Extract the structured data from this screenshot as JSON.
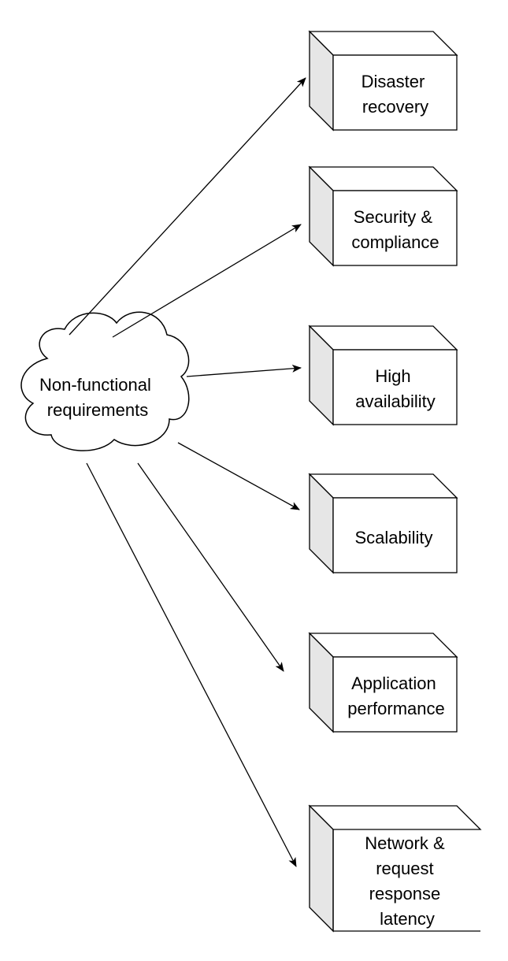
{
  "diagram": {
    "source": {
      "id": "nfr",
      "label_lines": [
        "Non-functional",
        "requirements"
      ],
      "shape": "cloud"
    },
    "targets": [
      {
        "id": "disaster-recovery",
        "label_lines": [
          "Disaster",
          "recovery"
        ]
      },
      {
        "id": "security-compliance",
        "label_lines": [
          "Security &",
          "compliance"
        ]
      },
      {
        "id": "high-availability",
        "label_lines": [
          "High",
          "availability"
        ]
      },
      {
        "id": "scalability",
        "label_lines": [
          "Scalability"
        ]
      },
      {
        "id": "application-performance",
        "label_lines": [
          "Application",
          "performance"
        ]
      },
      {
        "id": "network-latency",
        "label_lines": [
          "Network &",
          "request",
          "response",
          "latency"
        ]
      }
    ],
    "edges": [
      {
        "from": "nfr",
        "to": "disaster-recovery",
        "arrow": "end"
      },
      {
        "from": "nfr",
        "to": "security-compliance",
        "arrow": "end"
      },
      {
        "from": "nfr",
        "to": "high-availability",
        "arrow": "end"
      },
      {
        "from": "nfr",
        "to": "scalability",
        "arrow": "end"
      },
      {
        "from": "nfr",
        "to": "application-performance",
        "arrow": "end"
      },
      {
        "from": "nfr",
        "to": "network-latency",
        "arrow": "end"
      }
    ],
    "colors": {
      "stroke": "#000000",
      "box_face": "#ffffff",
      "box_side": "#e6e6e6",
      "box_top": "#ffffff"
    }
  }
}
